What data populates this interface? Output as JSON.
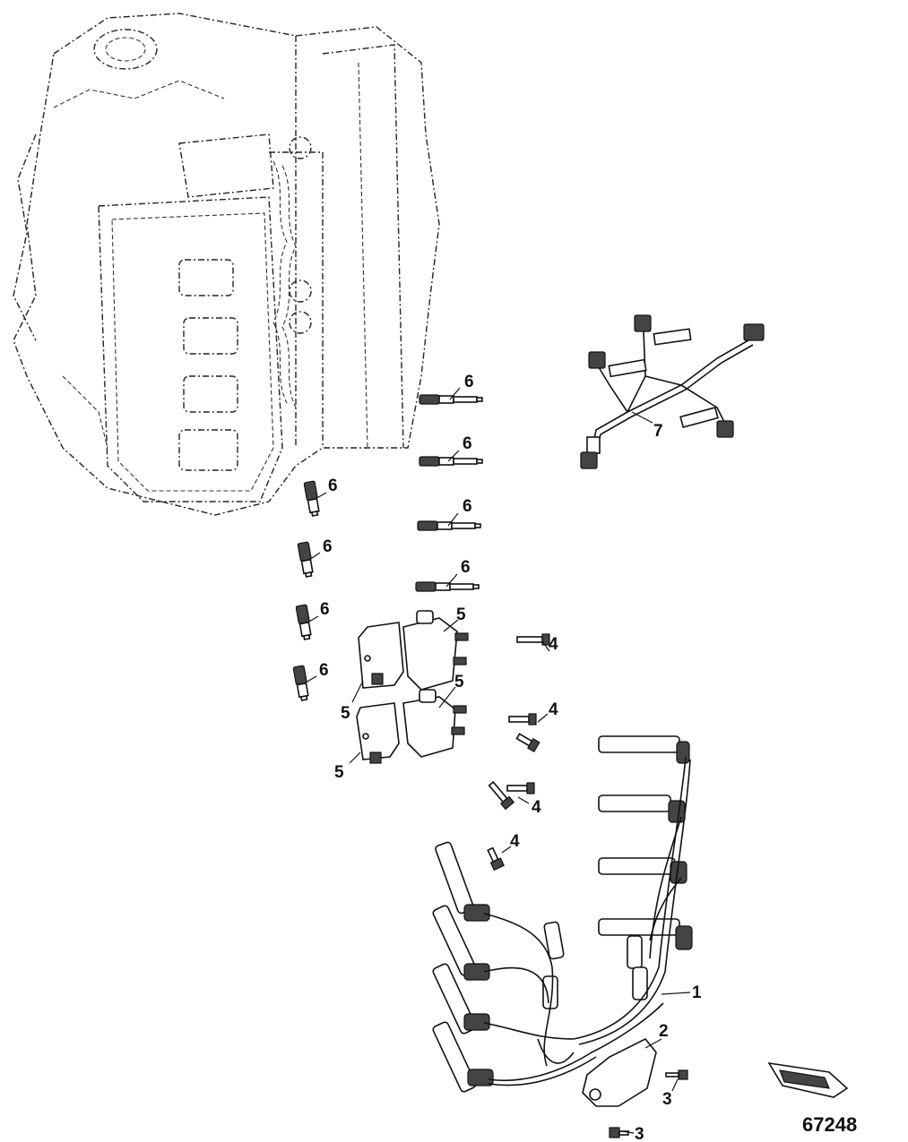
{
  "figure_number": "67248",
  "callouts": [
    {
      "id": "c1",
      "label": "1"
    },
    {
      "id": "c2",
      "label": "2"
    },
    {
      "id": "c3a",
      "label": "3"
    },
    {
      "id": "c3b",
      "label": "3"
    },
    {
      "id": "c4a",
      "label": "4"
    },
    {
      "id": "c4b",
      "label": "4"
    },
    {
      "id": "c4c",
      "label": "4"
    },
    {
      "id": "c4d",
      "label": "4"
    },
    {
      "id": "c5a",
      "label": "5"
    },
    {
      "id": "c5b",
      "label": "5"
    },
    {
      "id": "c5c",
      "label": "5"
    },
    {
      "id": "c5d",
      "label": "5"
    },
    {
      "id": "c6a",
      "label": "6"
    },
    {
      "id": "c6b",
      "label": "6"
    },
    {
      "id": "c6c",
      "label": "6"
    },
    {
      "id": "c6d",
      "label": "6"
    },
    {
      "id": "c6e",
      "label": "6"
    },
    {
      "id": "c6f",
      "label": "6"
    },
    {
      "id": "c6g",
      "label": "6"
    },
    {
      "id": "c6h",
      "label": "6"
    },
    {
      "id": "c7",
      "label": "7"
    }
  ]
}
